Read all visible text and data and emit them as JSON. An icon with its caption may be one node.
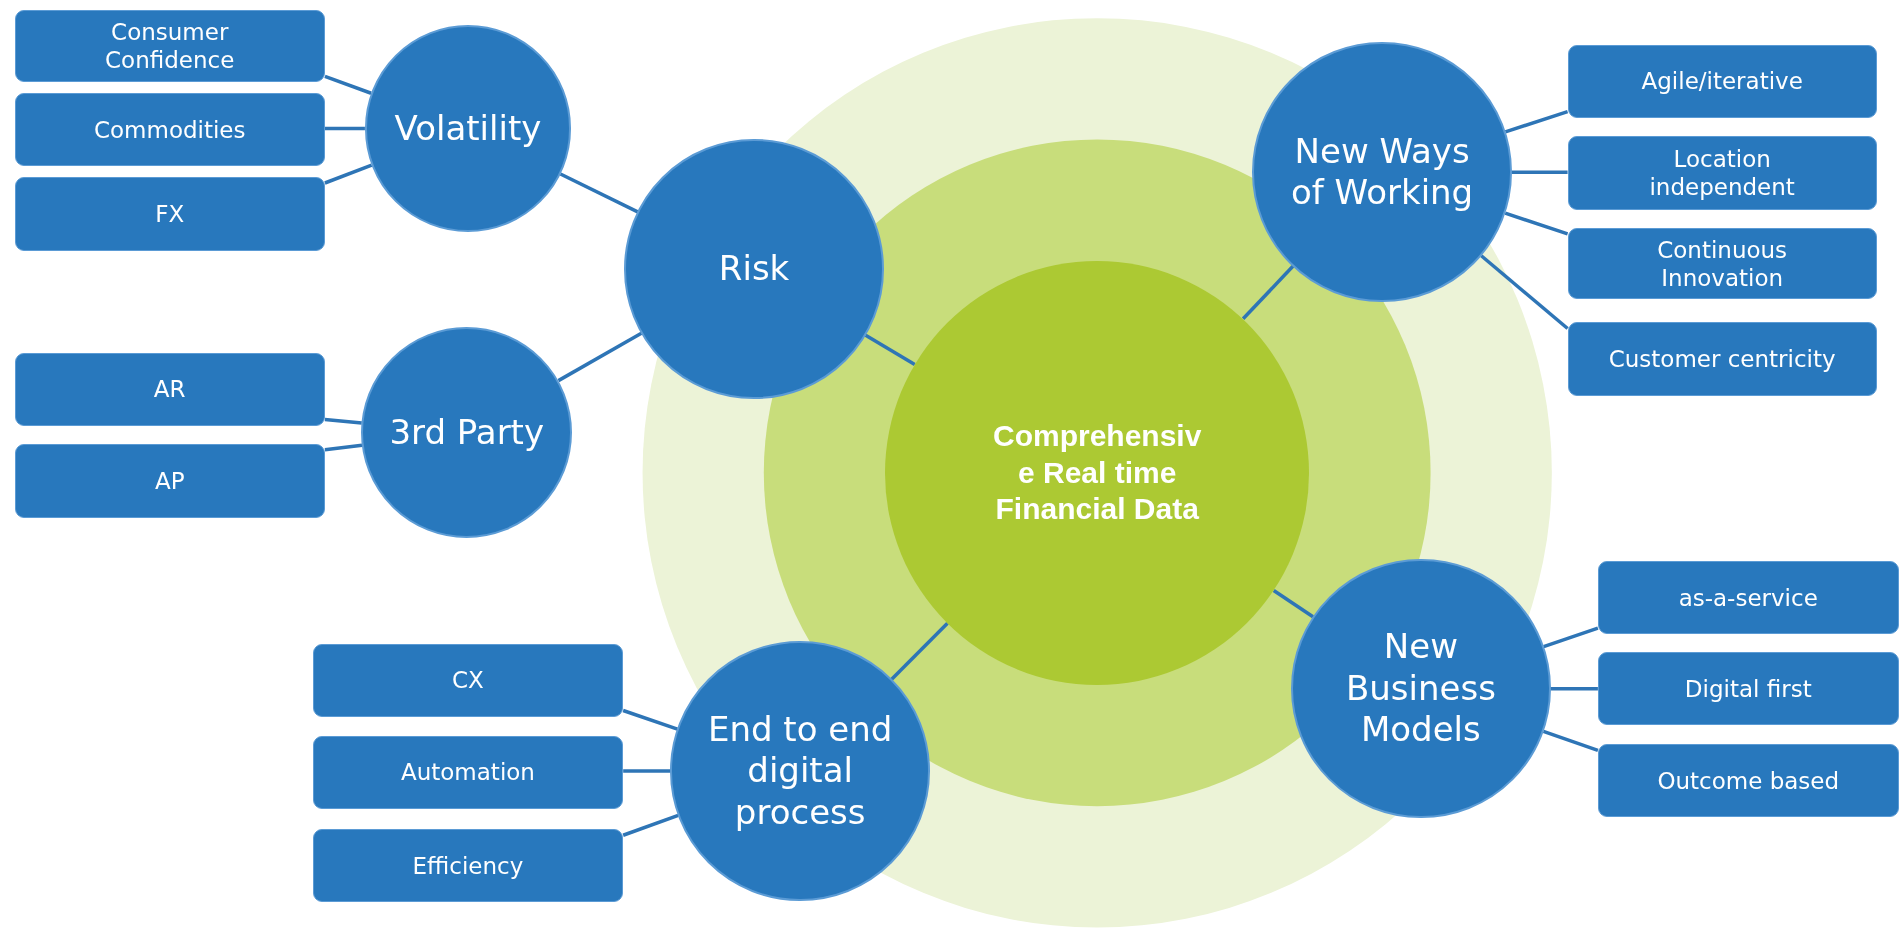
{
  "diagram": {
    "nodes": [
      {
        "text": [
          "Comprehensiv e Real time Financial Data"
        ]
      },
      {
        "text": [
          "Risk"
        ]
      },
      {
        "text": [
          "Volatility"
        ]
      },
      {
        "text": [
          "Consumer Confidence"
        ]
      },
      {
        "text": [
          "Commodities"
        ]
      },
      {
        "text": [
          "FX"
        ]
      },
      {
        "text": [
          "3rd Party"
        ]
      },
      {
        "text": [
          "AR"
        ]
      },
      {
        "text": [
          "AP"
        ]
      },
      {
        "text": [
          "New Ways of Working"
        ]
      },
      {
        "text": [
          "Agile/iterative"
        ]
      },
      {
        "text": [
          "Location independent"
        ]
      },
      {
        "text": [
          "Continuous Innovation"
        ]
      },
      {
        "text": [
          "Customer centricity"
        ]
      },
      {
        "text": [
          "End to end digital process"
        ]
      },
      {
        "text": [
          "CX"
        ]
      },
      {
        "text": [
          "Automation"
        ]
      },
      {
        "text": [
          "Efficiency"
        ]
      },
      {
        "text": [
          "New Business Models"
        ]
      },
      {
        "text": [
          "as-a-service"
        ]
      },
      {
        "text": [
          "Digital first"
        ]
      },
      {
        "text": [
          "Outcome based"
        ]
      }
    ],
    "edges": [
      {
        "from": 0,
        "to": 1,
        "arrow": "none"
      },
      {
        "from": 1,
        "to": 2,
        "arrow": "none"
      },
      {
        "from": 2,
        "to": 3,
        "arrow": "none"
      },
      {
        "from": 2,
        "to": 4,
        "arrow": "none"
      },
      {
        "from": 2,
        "to": 5,
        "arrow": "none"
      },
      {
        "from": 1,
        "to": 6,
        "arrow": "none"
      },
      {
        "from": 6,
        "to": 7,
        "arrow": "none"
      },
      {
        "from": 6,
        "to": 8,
        "arrow": "none"
      },
      {
        "from": 0,
        "to": 9,
        "arrow": "none"
      },
      {
        "from": 9,
        "to": 10,
        "arrow": "none"
      },
      {
        "from": 9,
        "to": 11,
        "arrow": "none"
      },
      {
        "from": 9,
        "to": 12,
        "arrow": "none"
      },
      {
        "from": 9,
        "to": 13,
        "arrow": "none"
      },
      {
        "from": 0,
        "to": 14,
        "arrow": "none"
      },
      {
        "from": 14,
        "to": 15,
        "arrow": "none"
      },
      {
        "from": 14,
        "to": 16,
        "arrow": "none"
      },
      {
        "from": 14,
        "to": 17,
        "arrow": "none"
      },
      {
        "from": 0,
        "to": 18,
        "arrow": "none"
      },
      {
        "from": 18,
        "to": 19,
        "arrow": "none"
      },
      {
        "from": 18,
        "to": 20,
        "arrow": "none"
      },
      {
        "from": 18,
        "to": 21,
        "arrow": "none"
      }
    ]
  }
}
